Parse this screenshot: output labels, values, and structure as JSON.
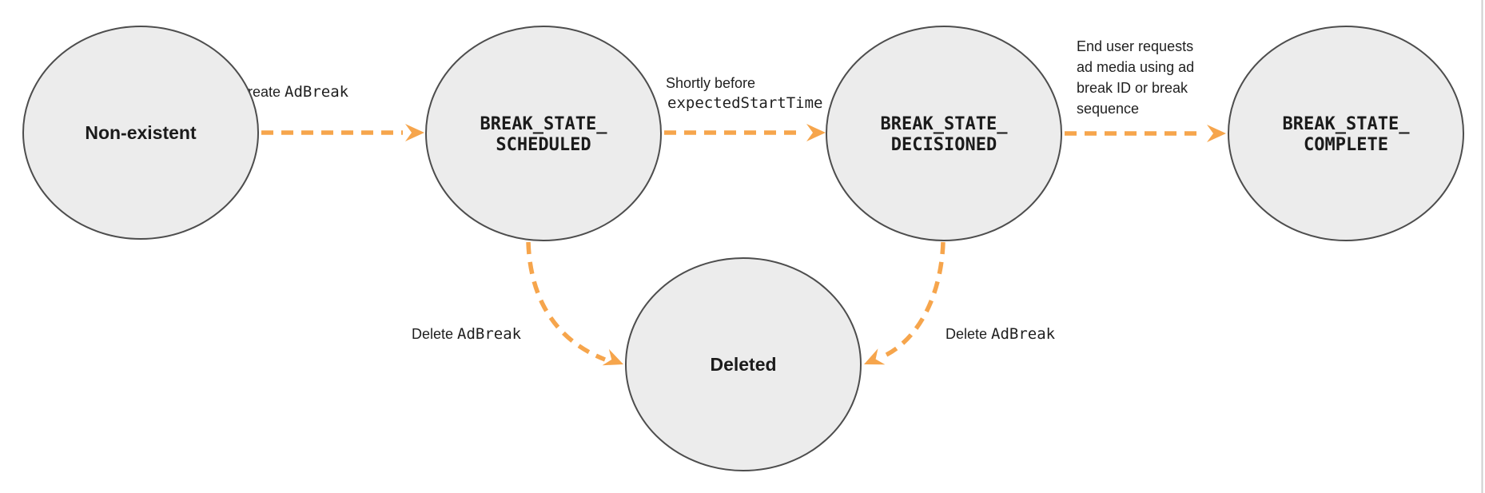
{
  "colors": {
    "background": "#ffffff",
    "node_fill": "#ececec",
    "node_stroke": "#4d4d4d",
    "arrow": "#f6a54c",
    "text": "#1b1b1b",
    "right_border": "#cfcfcf"
  },
  "nodes": [
    {
      "id": "non-existent",
      "lines": [
        "Non-existent"
      ]
    },
    {
      "id": "break-state-scheduled",
      "lines": [
        "BREAK_STATE_",
        "SCHEDULED"
      ]
    },
    {
      "id": "break-state-decisioned",
      "lines": [
        "BREAK_STATE_",
        "DECISIONED"
      ]
    },
    {
      "id": "break-state-complete",
      "lines": [
        "BREAK_STATE_",
        "COMPLETE"
      ]
    },
    {
      "id": "deleted",
      "lines": [
        "Deleted"
      ]
    }
  ],
  "edges": [
    {
      "from": "non-existent",
      "to": "break-state-scheduled",
      "label_text": "Create ",
      "label_code": "AdBreak"
    },
    {
      "from": "break-state-scheduled",
      "to": "break-state-decisioned",
      "label_text": "Shortly before",
      "label_code": "expectedStartTime"
    },
    {
      "from": "break-state-decisioned",
      "to": "break-state-complete",
      "label_lines": [
        "End user requests",
        "ad media using ad",
        "break ID or break",
        "sequence"
      ]
    },
    {
      "from": "break-state-scheduled",
      "to": "deleted",
      "label_text": "Delete ",
      "label_code": "AdBreak"
    },
    {
      "from": "break-state-decisioned",
      "to": "deleted",
      "label_text": "Delete ",
      "label_code": "AdBreak"
    }
  ]
}
